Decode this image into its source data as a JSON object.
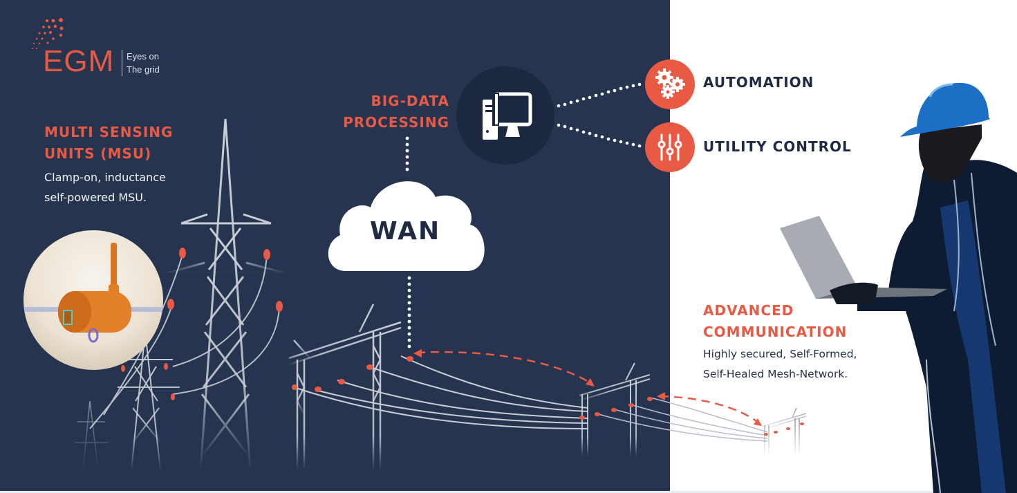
{
  "brand": {
    "logo": "EGM",
    "tagline_line1": "Eyes on",
    "tagline_line2": "The grid"
  },
  "colors": {
    "panel_bg": "#26344f",
    "accent": "#e85a44",
    "dark_text": "#1f2b42",
    "node_bg": "#1b2840"
  },
  "msu": {
    "title_line1": "MULTI SENSING",
    "title_line2": "UNITS (MSU)",
    "desc_line1": "Clamp-on, inductance",
    "desc_line2": "self-powered MSU."
  },
  "processing": {
    "title_line1": "BIG-DATA",
    "title_line2": "PROCESSING",
    "icon": "desktop-computer-icon"
  },
  "network": {
    "cloud_label": "WAN"
  },
  "outputs": [
    {
      "label": "AUTOMATION",
      "icon": "gears-icon"
    },
    {
      "label": "UTILITY CONTROL",
      "icon": "sliders-icon"
    }
  ],
  "communication": {
    "title_line1": "ADVANCED",
    "title_line2": "COMMUNICATION",
    "desc_line1": "Highly secured, Self-Formed,",
    "desc_line2": "Self-Healed Mesh-Network."
  }
}
